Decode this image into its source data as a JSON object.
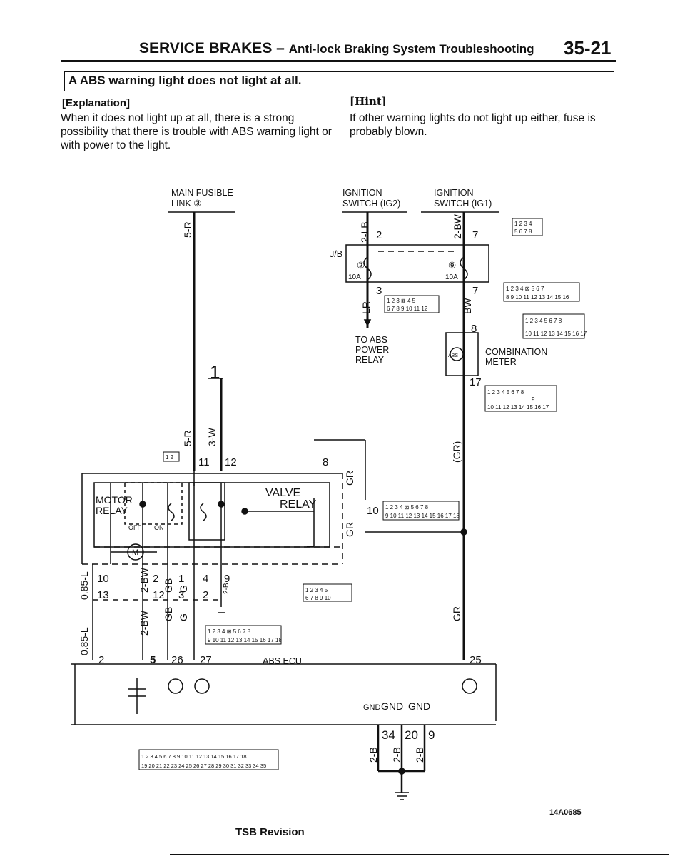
{
  "header": {
    "title_main": "SERVICE BRAKES –",
    "title_sub": "Anti-lock Braking System Troubleshooting",
    "page_number": "35-21"
  },
  "section": {
    "title": "A  ABS warning light does not light at all.",
    "explanation_heading": "[Explanation]",
    "explanation_text": "When it does not light up at all, there is a strong possibility that there is trouble with ABS warning light or with power to the light.",
    "hint_heading": "[Hint]",
    "hint_text": "If other warning lights do not light up either, fuse is probably blown."
  },
  "diagram": {
    "labels": {
      "main_fusible_link": "MAIN FUSIBLE",
      "main_fusible_link_2": "LINK ③",
      "ign_ig2": "IGNITION",
      "ign_ig2_2": "SWITCH (IG2)",
      "ign_ig1": "IGNITION",
      "ign_ig1_2": "SWITCH (IG1)",
      "jb": "J/B",
      "fuse_a_no": "②",
      "fuse_a_rating": "10A",
      "fuse_b_no": "⑨",
      "fuse_b_rating": "10A",
      "to_abs_power_relay": "TO ABS",
      "to_abs_power_relay_2": "POWER",
      "to_abs_power_relay_3": "RELAY",
      "combination_meter": "COMBINATION",
      "combination_meter_2": "METER",
      "motor_relay": "MOTOR",
      "motor_relay_2": "RELAY",
      "valve_relay": "VALVE",
      "valve_relay_2": "RELAY",
      "off": "OFF",
      "on": "ON",
      "abs_ecu": "ABS ECU",
      "gnd_a": "GND",
      "gnd_b": "GND",
      "gnd_c": "GND",
      "abs_lamp": "ABS",
      "motor": "M"
    },
    "wires": {
      "w_5r_a": "5-R",
      "w_5r_b": "5-R",
      "w_3w": "3-W",
      "w_2lb": "2-LB",
      "w_2bw_top": "2-BW",
      "w_lr": "LR",
      "w_bw": "BW",
      "w_gr_paren": "(GR)",
      "w_gr_a": "GR",
      "w_gr_b": "GR",
      "w_gr_c": "GR",
      "w_085l_a": "0.85-L",
      "w_085l_b": "0.85-L",
      "w_2bw_a": "2-BW",
      "w_2bw_b": "2-BW",
      "w_gb_a": "GB",
      "w_gb_b": "GB",
      "w_g_a": "G",
      "w_g_b": "G",
      "w_2b_a": "2-B",
      "w_2b_b": "2-B",
      "w_2b_c": "2-B",
      "w_2b_d": "2-B"
    },
    "pins": {
      "p2": "2",
      "p7": "7",
      "p3": "3",
      "p7b": "7",
      "p8": "8",
      "p17": "17",
      "p1": "1",
      "p11": "11",
      "p12": "12",
      "p8b": "8",
      "p10": "10",
      "p10b": "10",
      "p2b": "2",
      "p1b": "1",
      "p4": "4",
      "p9": "9",
      "p13": "13",
      "p12b": "12",
      "p3b": "3",
      "p2c": "2",
      "p2d": "2",
      "p5": "5",
      "p26": "26",
      "p27": "27",
      "p25": "25",
      "p34": "34",
      "p20": "20",
      "p9b": "9"
    },
    "connector_faces": {
      "c_jb_top_r1": "1 2 3 4",
      "c_jb_top_r2": "5 6 7 8",
      "c_jb_mid_r1": "1 2 3 ⊠ 4 5",
      "c_jb_mid_r2": "6 7 8 9 10 11 12",
      "c_cm1_r1": "1 2 3 4 ⊠ 5 6 7",
      "c_cm1_r2": "8 9 10 11 12 13 14 15 16",
      "c_cm2_r1": "1 2 3 4 5 6 7 8",
      "c_cm2_r2": "10 11 12 13 14 15 16 17",
      "c_cm3_r1": "1 2 3 4 5 6 7 8",
      "c_cm3_r2": "10 11 12 13 14 15 16 17",
      "c_ecu_r_r1": "1 2 3 4 ⊠ 5 6 7 8",
      "c_ecu_r_r2": "9 10 11 12 13 14 15 16 17 18",
      "c_small": "1 2",
      "c_hu_r1": "1 2 3 4 5",
      "c_hu_r2": "6 7 8 9 10",
      "c_ecu_b_r1": "1 2 3 4 ⊠ 5 6 7 8",
      "c_ecu_b_r2": "9 10 11 12 13 14 15 16 17 18",
      "c_long_r1": "1 2 3 4 5 6 7 8 9 10 11 12 13 14 15 16 17 18",
      "c_long_r2": "19 20 21 22 23 24 25 26 27 28 29 30 31 32 33 34 35",
      "c_9": "9"
    }
  },
  "footer": {
    "figure_code": "14A0685",
    "tsb_revision": "TSB Revision"
  }
}
